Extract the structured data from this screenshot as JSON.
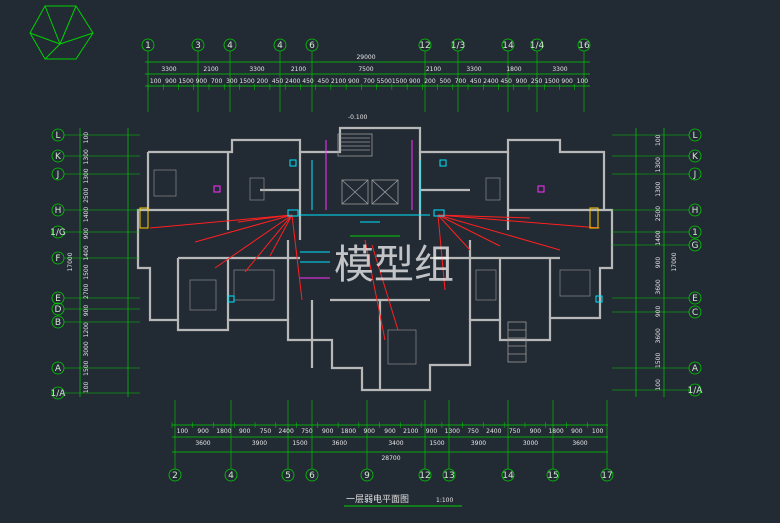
{
  "drawing": {
    "title": "一层弱电平面图",
    "scale": "1:100",
    "watermark": "模型组",
    "level_label": "-0.100"
  },
  "colors": {
    "background": "#222a33",
    "dimension": "#00d000",
    "wall": "#b8b8b8",
    "wiring": "#ff2020",
    "cyan": "#00e5ff",
    "magenta": "#ff30ff",
    "text": "#e6e6e6"
  },
  "top_axes": [
    "1",
    "3",
    "4",
    "4",
    "6",
    "12",
    "1/3",
    "14",
    "1/4",
    "16"
  ],
  "top_total": "29000",
  "top_row2": [
    "3300",
    "2100",
    "3300",
    "2100",
    "7500",
    "2100",
    "3300",
    "1800",
    "3300"
  ],
  "top_row3": [
    "100",
    "900",
    "1500",
    "900",
    "700",
    "300",
    "1500",
    "200",
    "450",
    "2400",
    "450",
    "450",
    "2100",
    "900",
    "700",
    "5500",
    "1500",
    "900",
    "200",
    "500",
    "700",
    "450",
    "2400",
    "450",
    "900",
    "250",
    "1500",
    "900",
    "100"
  ],
  "bottom_axes": [
    "2",
    "4",
    "5",
    "6",
    "9",
    "12",
    "13",
    "14",
    "15",
    "17"
  ],
  "bottom_total": "28700",
  "bottom_row1": [
    "100",
    "900",
    "1800",
    "900",
    "750",
    "2400",
    "750",
    "900",
    "1800",
    "900",
    "900",
    "2100",
    "900",
    "1300",
    "750",
    "2400",
    "750",
    "900",
    "1800",
    "900",
    "100"
  ],
  "bottom_row2": [
    "3600",
    "3900",
    "1500",
    "3600",
    "3400",
    "1500",
    "3900",
    "3000",
    "3600"
  ],
  "left_axes": [
    "L",
    "K",
    "J",
    "H",
    "1/G",
    "F",
    "E",
    "D",
    "B",
    "A",
    "1/A"
  ],
  "left_total": "17000",
  "left_dims": [
    "100",
    "1300",
    "1300",
    "2500",
    "1400",
    "900",
    "1400",
    "1500",
    "2700",
    "900",
    "1200",
    "3000",
    "1500",
    "100"
  ],
  "right_axes": [
    "L",
    "K",
    "J",
    "H",
    "1",
    "G",
    "E",
    "C",
    "A",
    "1/A"
  ],
  "right_total": "17000",
  "right_dims": [
    "100",
    "1300",
    "1300",
    "2500",
    "1400",
    "900",
    "3600",
    "900",
    "3600",
    "1500",
    "100"
  ]
}
